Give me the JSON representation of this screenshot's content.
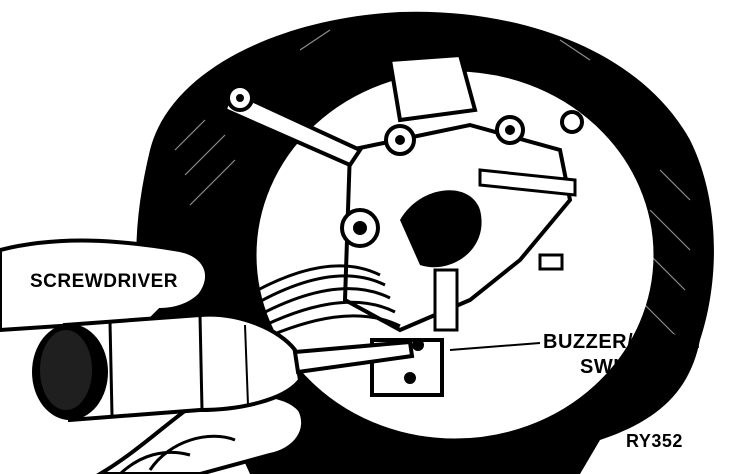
{
  "labels": {
    "screwdriver": "SCREWDRIVER",
    "switch_line1": "BUZZER/CHIME",
    "switch_line2": "SWITCH",
    "figure_id": "RY352"
  },
  "colors": {
    "ink": "#000000",
    "paper": "#ffffff"
  }
}
